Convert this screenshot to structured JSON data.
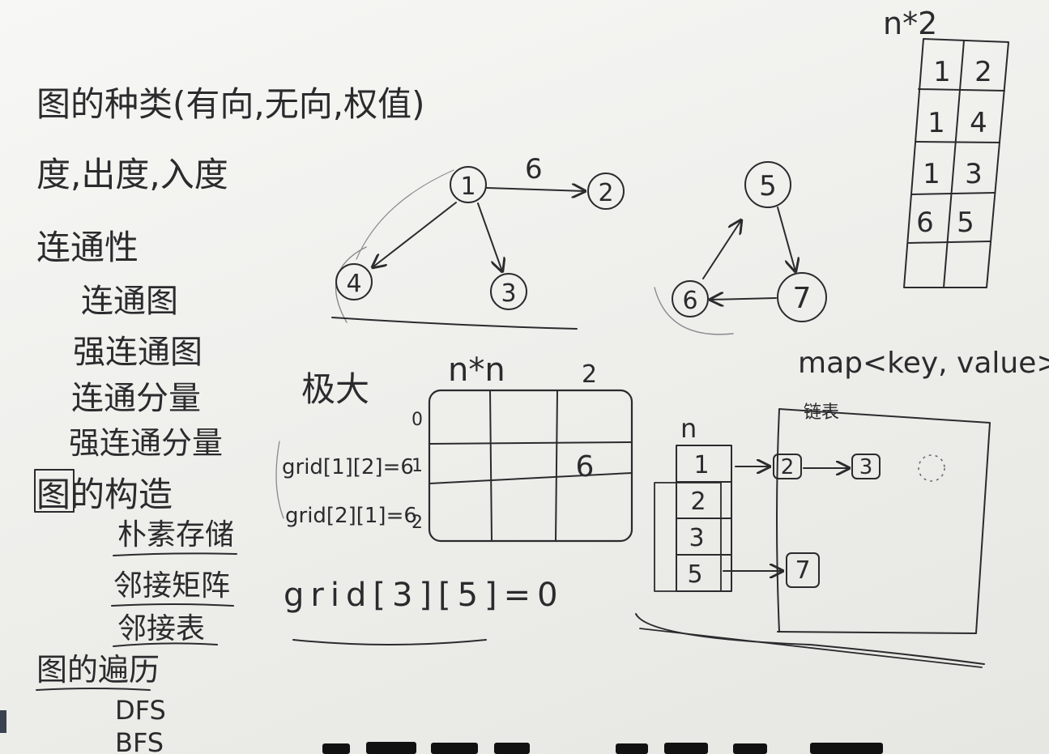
{
  "notes": {
    "types": "图的种类(有向,无向,权值)",
    "degree": "度,出度,入度",
    "connectivity": "连通性",
    "connected_graph": "连通图",
    "strongly_connected_graph": "强连通图",
    "connected_component": "连通分量",
    "strongly_connected_component": "强连通分量",
    "construction": "图的构造",
    "naive_storage": "朴素存储",
    "adjacency_matrix": "邻接矩阵",
    "adjacency_list": "邻接表",
    "traversal": "图的遍历",
    "dfs": "DFS",
    "bfs": "BFS"
  },
  "graph_directed": {
    "node_1": "1",
    "node_2": "2",
    "node_3": "3",
    "node_4": "4",
    "edge_1_2_weight": "6"
  },
  "graph_cycle": {
    "node_5": "5",
    "node_6": "6",
    "node_7": "7"
  },
  "matrix": {
    "label": "极大",
    "size": "n*n",
    "corner_note": "2",
    "row_labels": [
      "0",
      "1",
      "2"
    ],
    "cell_1_2": "6",
    "assignments": [
      "grid[1][2]=6",
      "grid[2][1]=6",
      "grid[3][5]=0"
    ]
  },
  "edge_list": {
    "size": "n*2",
    "rows": [
      [
        "1",
        "2"
      ],
      [
        "1",
        "4"
      ],
      [
        "1",
        "3"
      ],
      [
        "6",
        "5"
      ]
    ]
  },
  "adjacency_list": {
    "map_type": "map<key, value>",
    "linked_list_label": "链表",
    "n_label": "n",
    "heads": [
      "1",
      "2",
      "3",
      "5"
    ],
    "head_1_list": [
      "2",
      "3"
    ],
    "head_5_list": [
      "7"
    ]
  },
  "colors": {
    "ink": "#2b2b2e",
    "board": "#f2f2ef"
  }
}
